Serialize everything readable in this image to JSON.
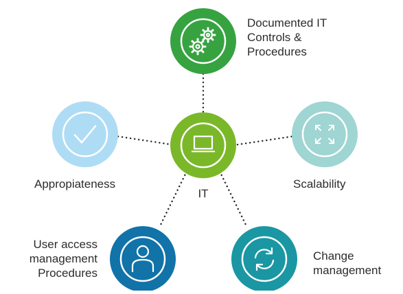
{
  "colors": {
    "center": "#7ab829",
    "top": "#36a340",
    "left": "#aedcf5",
    "right": "#9fd5d2",
    "bottom_left": "#1173a8",
    "bottom_right": "#1a97a3",
    "connector": "#222222",
    "ring": "#ffffff"
  },
  "center": {
    "label": "IT",
    "icon": "laptop-icon"
  },
  "nodes": {
    "top": {
      "icon": "gears-icon",
      "label_lines": [
        "Documented IT",
        "Controls &",
        "Procedures"
      ]
    },
    "left": {
      "icon": "checkmark-icon",
      "label_lines": [
        "Appropiateness"
      ]
    },
    "right": {
      "icon": "expand-arrows-icon",
      "label_lines": [
        "Scalability"
      ]
    },
    "bottom_left": {
      "icon": "user-icon",
      "label_lines": [
        "User access",
        "management",
        "Procedures"
      ]
    },
    "bottom_right": {
      "icon": "refresh-icon",
      "label_lines": [
        "Change",
        "management"
      ]
    }
  }
}
